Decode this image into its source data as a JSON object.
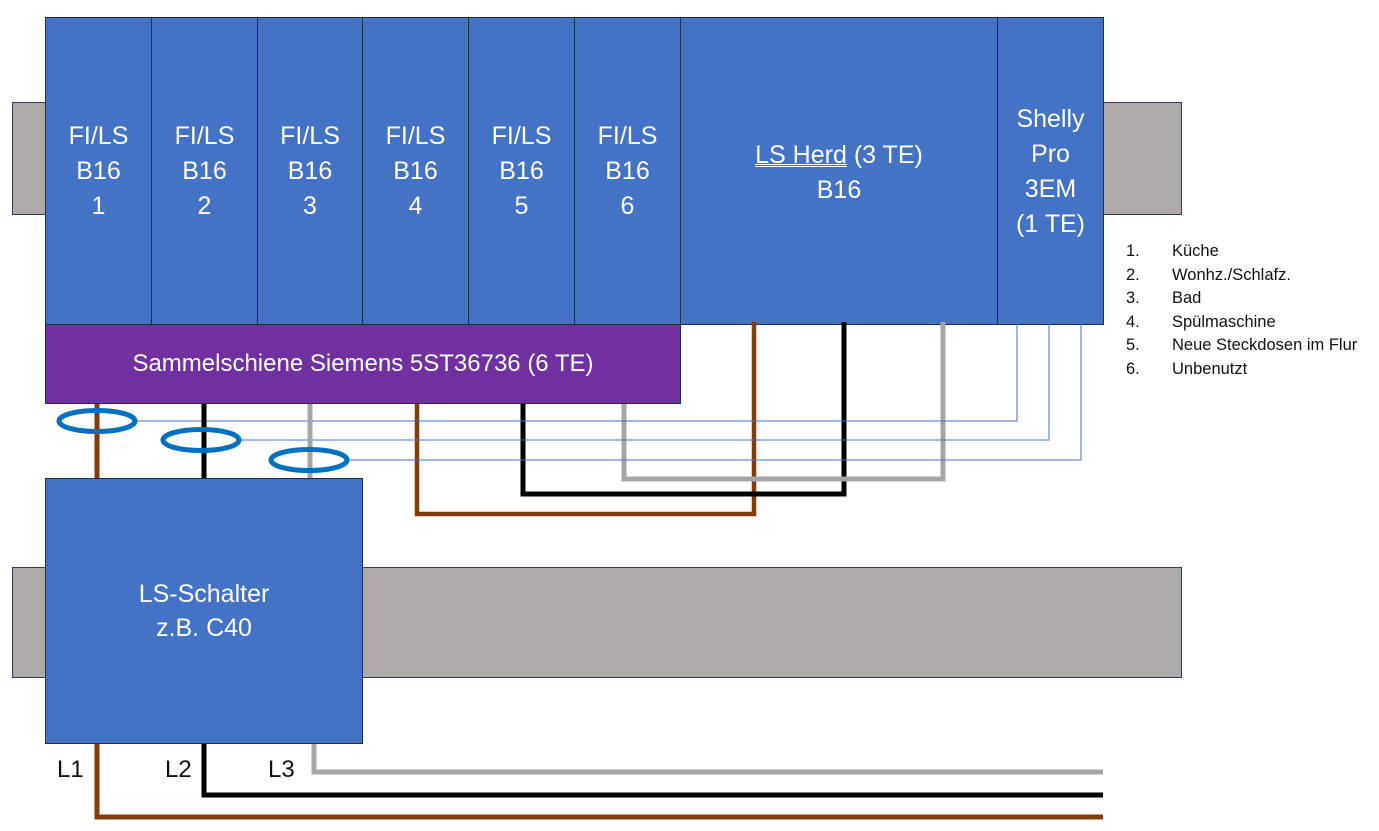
{
  "modules": [
    {
      "line1": "FI/LS",
      "line2": "B16",
      "line3": "1"
    },
    {
      "line1": "FI/LS",
      "line2": "B16",
      "line3": "2"
    },
    {
      "line1": "FI/LS",
      "line2": "B16",
      "line3": "3"
    },
    {
      "line1": "FI/LS",
      "line2": "B16",
      "line3": "4"
    },
    {
      "line1": "FI/LS",
      "line2": "B16",
      "line3": "5"
    },
    {
      "line1": "FI/LS",
      "line2": "B16",
      "line3": "6"
    }
  ],
  "herd": {
    "name": "LS Herd",
    "size": " (3 TE)",
    "rating": "B16"
  },
  "shelly": {
    "line1": "Shelly",
    "line2": "Pro",
    "line3": "3EM",
    "line4": "(1 TE)"
  },
  "busbar": {
    "label": "Sammelschiene Siemens 5ST36736 (6 TE)"
  },
  "main_breaker": {
    "line1": "LS-Schalter",
    "line2": "z.B. C40"
  },
  "phases": {
    "l1": "L1",
    "l2": "L2",
    "l3": "L3"
  },
  "legend": [
    {
      "num": "1.",
      "text": "Küche"
    },
    {
      "num": "2.",
      "text": "Wonhz./Schlafz."
    },
    {
      "num": "3.",
      "text": "Bad"
    },
    {
      "num": "4.",
      "text": "Spülmaschine"
    },
    {
      "num": "5.",
      "text": "Neue Steckdosen im Flur"
    },
    {
      "num": "6.",
      "text": "Unbenutzt"
    }
  ],
  "colors": {
    "module": "#4472c4",
    "busbar": "#7030a0",
    "rail": "#aeaaaa",
    "wire_l1": "#843c0c",
    "wire_l2": "#000000",
    "wire_l3": "#a6a6a6",
    "sensor": "#0070c0"
  }
}
